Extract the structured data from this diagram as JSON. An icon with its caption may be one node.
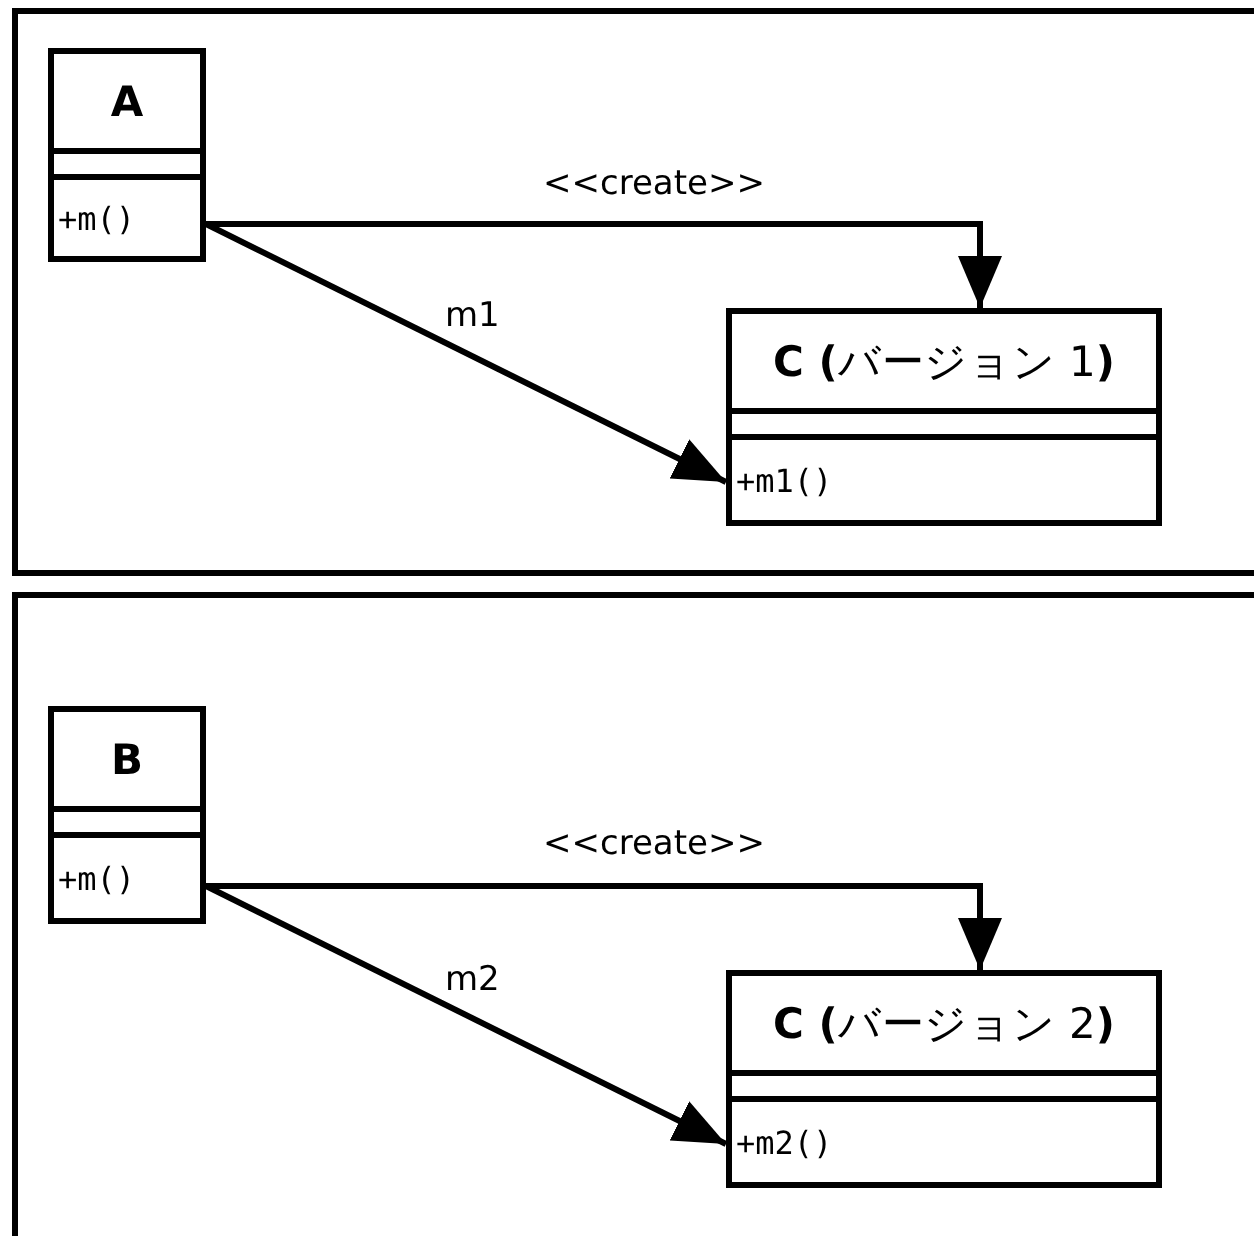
{
  "diagram": {
    "nodes": [
      {
        "text": [],
        "shape": "box"
      },
      {
        "text": [
          "A",
          "+m()"
        ],
        "in": 0
      },
      {
        "text": [
          "**C (**バージョン 1**)**",
          "+m1()"
        ],
        "in": 0
      },
      {
        "text": [],
        "shape": "box"
      },
      {
        "text": [
          "B",
          "+m()"
        ],
        "in": 3
      },
      {
        "text": [
          "**C (**バージョン 2**)**",
          "+m2()"
        ],
        "in": 3
      }
    ],
    "edges": [
      {
        "from": 1,
        "to": 2,
        "arrow": "to",
        "label": "<<create>>"
      },
      {
        "from": 1,
        "to": 2,
        "arrow": "to",
        "label": "m1"
      },
      {
        "from": 4,
        "to": 5,
        "arrow": "to",
        "label": "<<create>>"
      },
      {
        "from": 4,
        "to": 5,
        "arrow": "to",
        "label": "m2"
      }
    ]
  }
}
